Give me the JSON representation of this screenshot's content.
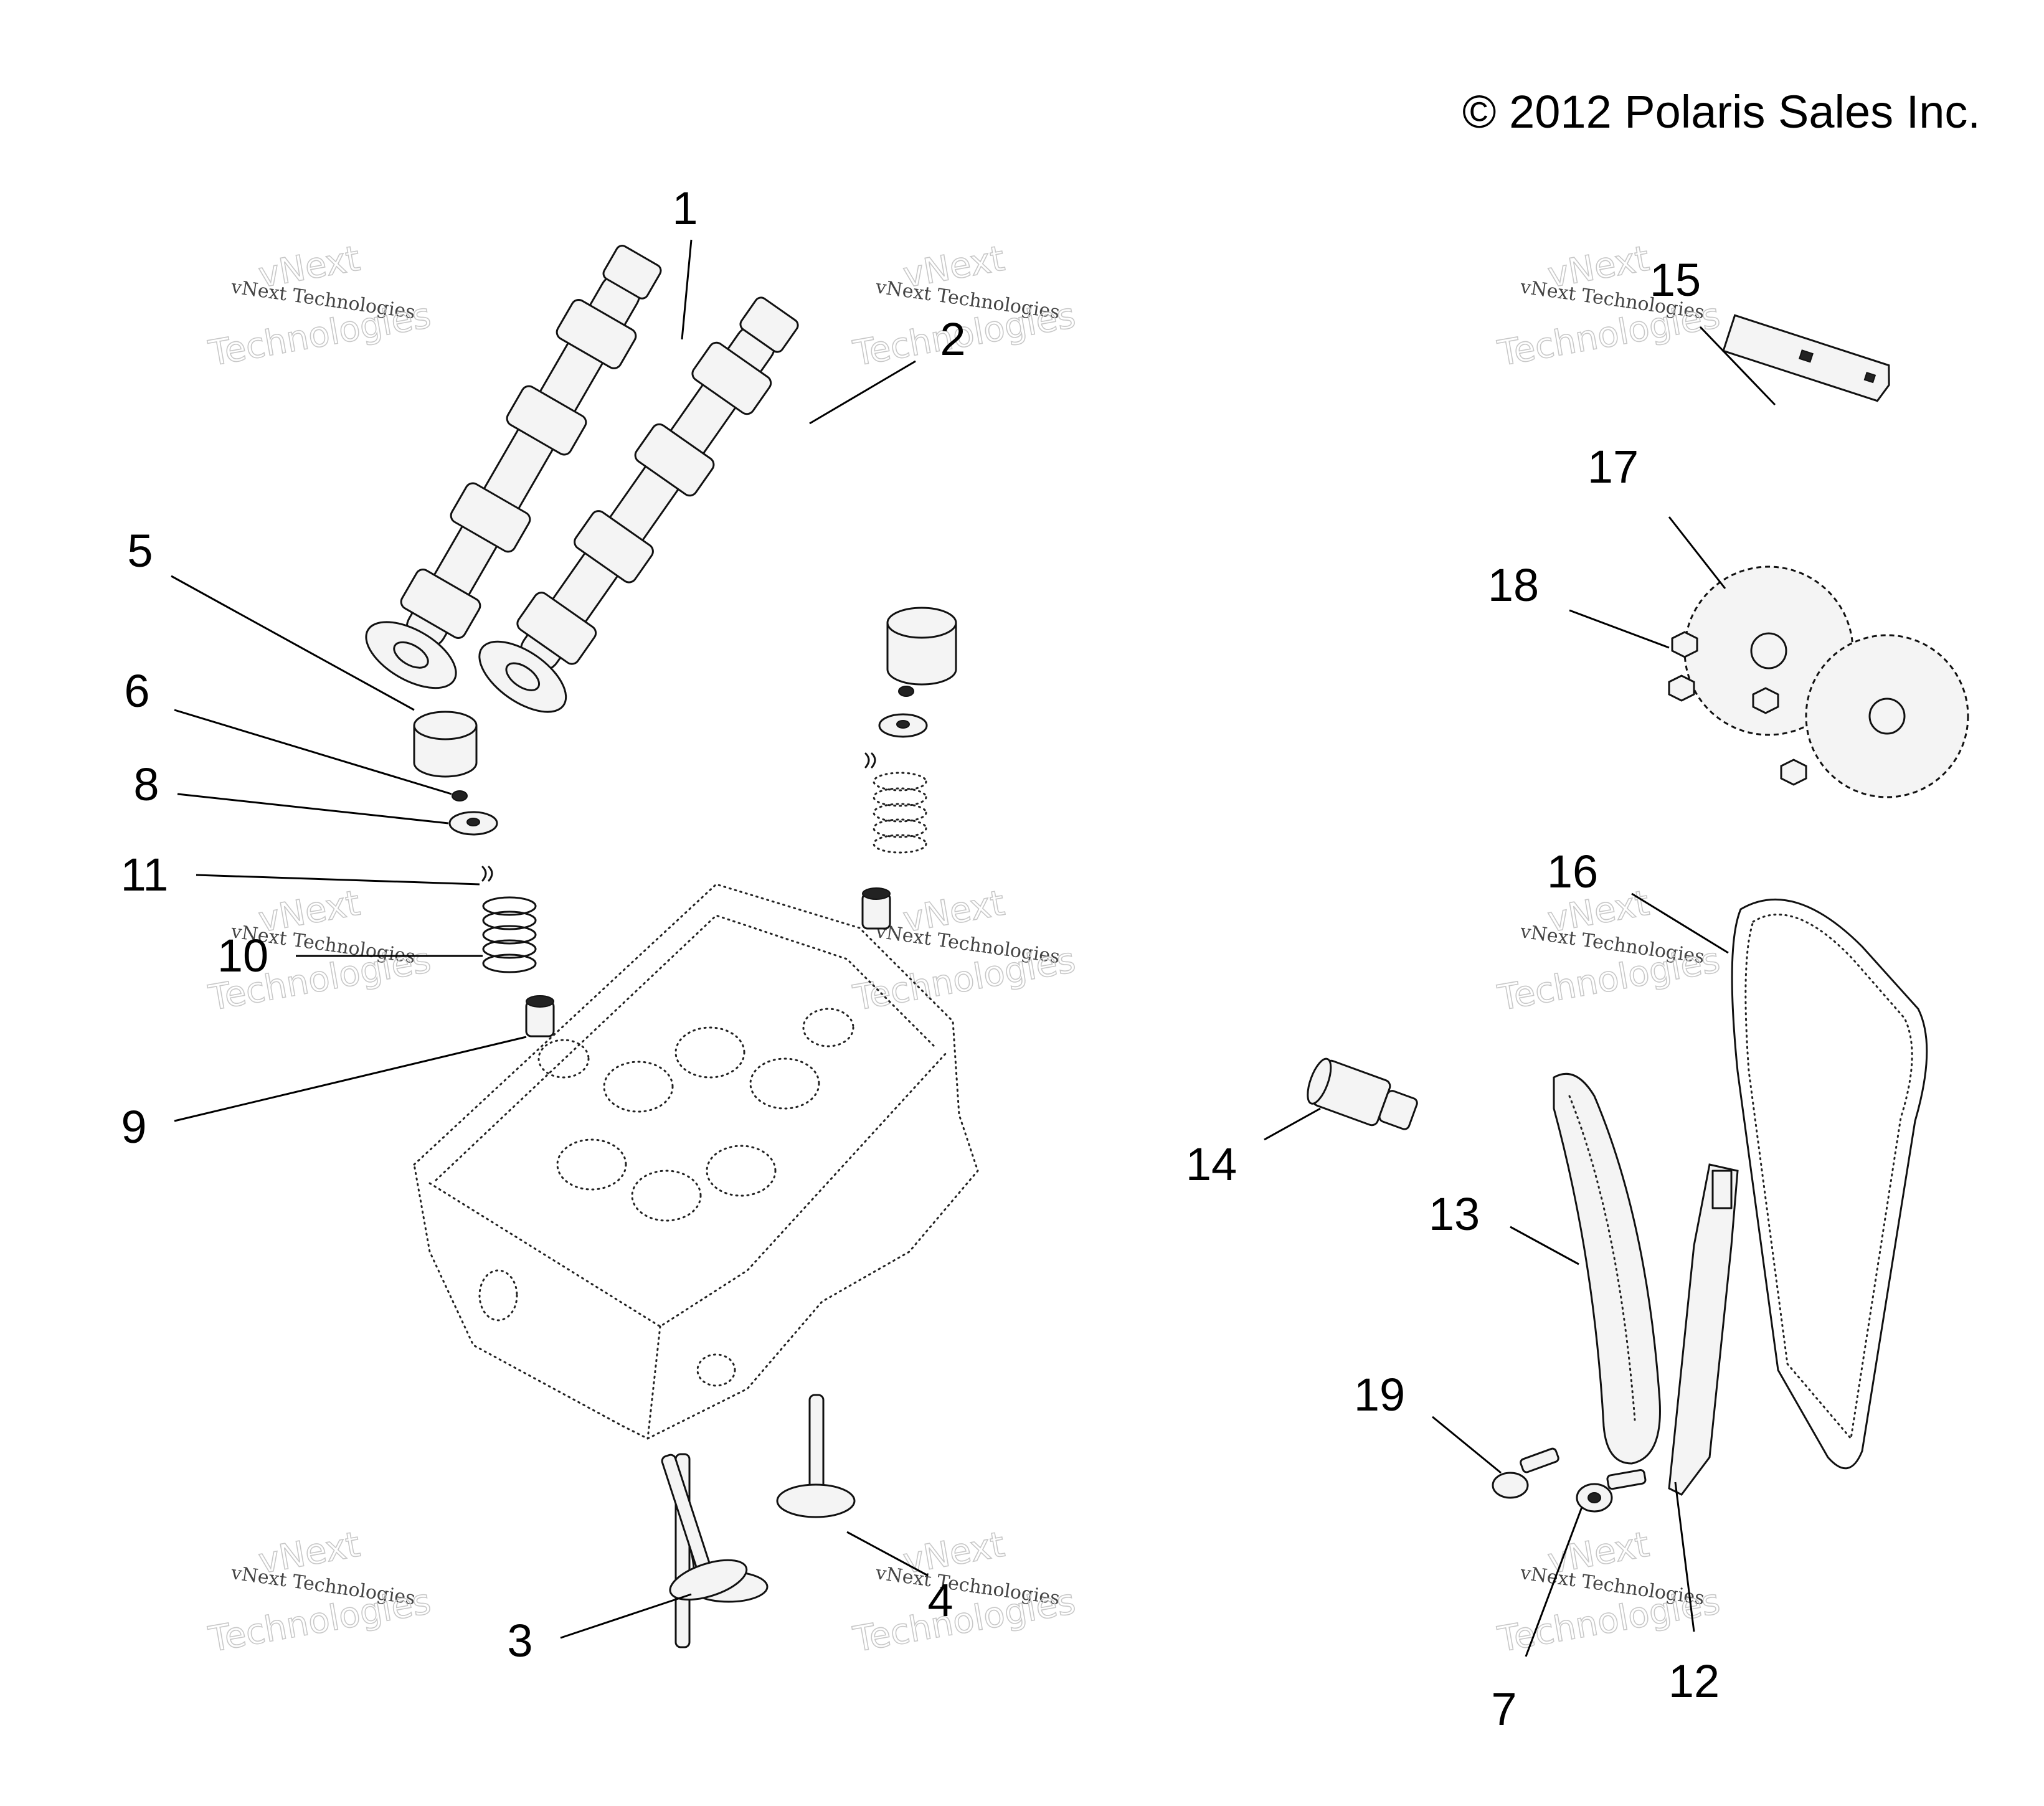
{
  "header": {
    "copyright": "© 2012 Polaris Sales Inc."
  },
  "watermark": {
    "brand": "vNext",
    "line_small": "vNext Technologies",
    "line_large": "Technologies"
  },
  "callouts": [
    "1",
    "2",
    "3",
    "4",
    "5",
    "6",
    "7",
    "8",
    "9",
    "10",
    "11",
    "12",
    "13",
    "14",
    "15",
    "16",
    "17",
    "18",
    "19"
  ],
  "colors": {
    "line": "#111111",
    "background": "#ffffff",
    "watermark": "#c8c8c8"
  }
}
